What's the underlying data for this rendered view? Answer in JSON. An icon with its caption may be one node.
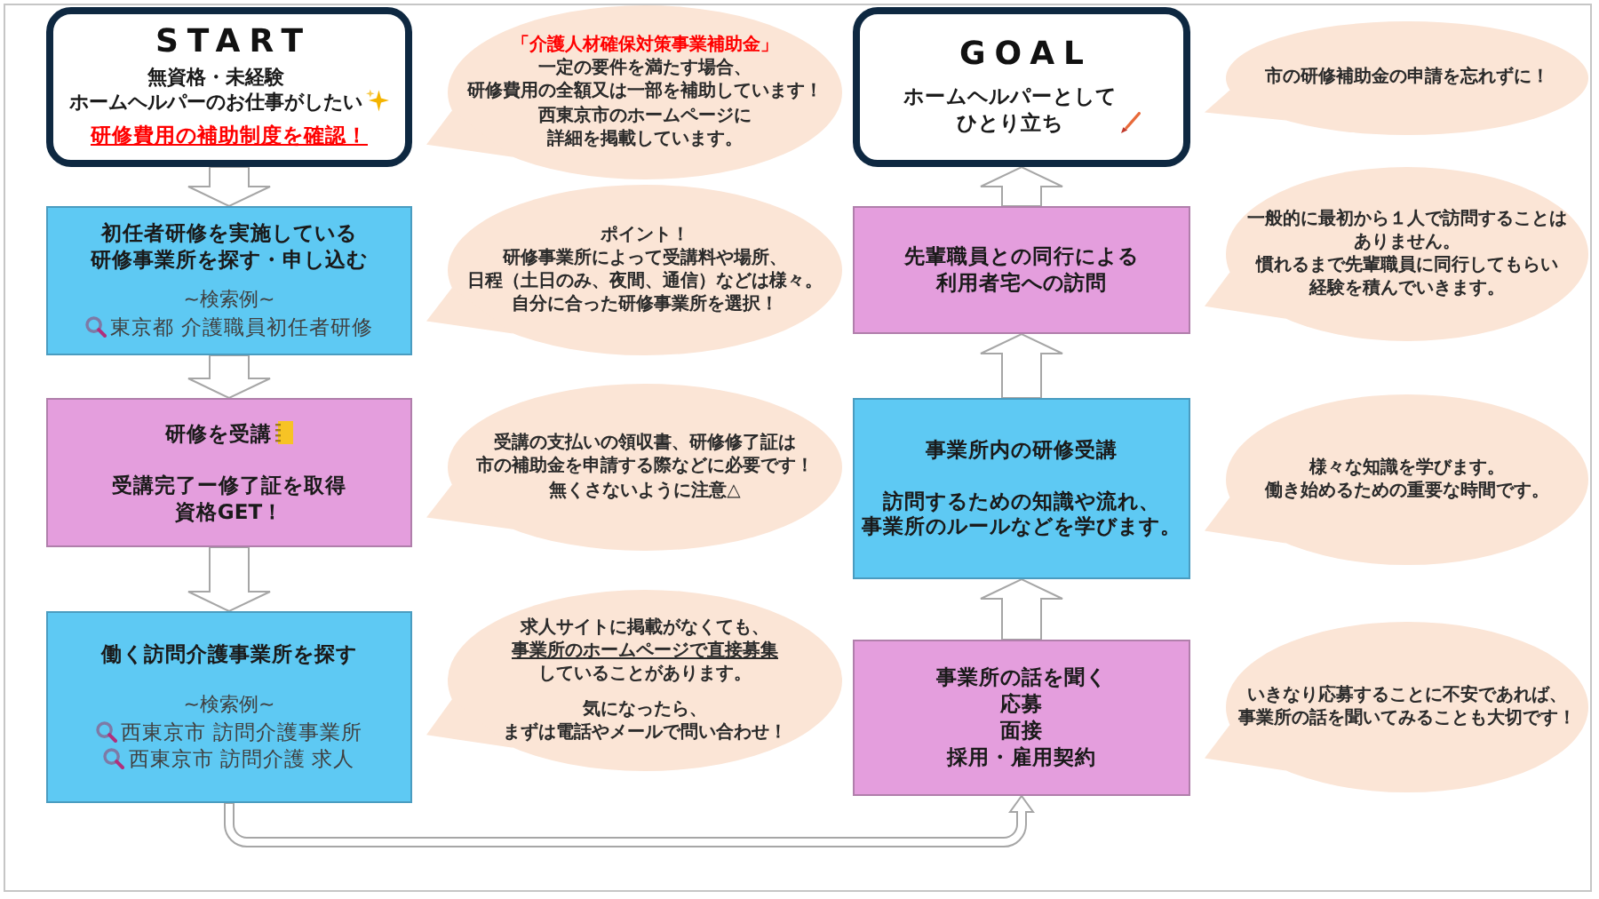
{
  "diagram": {
    "nodes": [
      {
        "text": [
          "START",
          "無資格・未経験ホームヘルパーのお仕事がしたい",
          "研修費用の補助制度を確認！"
        ]
      },
      {
        "text": [
          "「介護人材確保対策事業補助金」",
          "一定の要件を満たす場合、研修費用の全額又は一部を補助しています！",
          "西東京市のホームページに詳細を掲載しています。"
        ]
      },
      {
        "text": [
          "初任者研修を実施している研修事業所を探す・申し込む",
          "~検索例~",
          "東京都 介護職員初任者研修"
        ]
      },
      {
        "text": [
          "ポイント！",
          "研修事業所によって受講料や場所、日程（土日のみ、夜間、通信）などは様々。",
          "自分に合った研修事業所を選択！"
        ]
      },
      {
        "text": [
          "研修を受講",
          "受講完了ー修了証を取得",
          "資格GET！"
        ]
      },
      {
        "text": [
          "受講の支払いの領収書、研修修了証は市の補助金を申請する際などに必要です！",
          "無くさないように注意△"
        ]
      },
      {
        "text": [
          "働く訪問介護事業所を探す",
          "~検索例~",
          "西東京市 訪問介護事業所",
          "西東京市 訪問介護 求人"
        ]
      },
      {
        "text": [
          "求人サイトに掲載がなくても、事業所のホームページで直接募集していることがあります。",
          "気になったら、まずは電話やメールで問い合わせ！"
        ]
      },
      {
        "text": [
          "GOAL",
          "ホームヘルパーとしてひとり立ち"
        ]
      },
      {
        "text": [
          "市の研修補助金の申請を忘れずに！"
        ]
      },
      {
        "text": [
          "先輩職員との同行による利用者宅への訪問"
        ]
      },
      {
        "text": [
          "一般的に最初から１人で訪問することはありません。",
          "慣れるまで先輩職員に同行してもらい経験を積んでいきます。"
        ]
      },
      {
        "text": [
          "事業所内の研修受講",
          "訪問するための知識や流れ、事業所のルールなどを学びます。"
        ]
      },
      {
        "text": [
          "様々な知識を学びます。",
          "働き始めるための重要な時間です。"
        ]
      },
      {
        "text": [
          "事業所の話を聞く",
          "応募",
          "面接",
          "採用・雇用契約"
        ]
      },
      {
        "text": [
          "いきなり応募することに不安であれば、事業所の話を聞いてみることも大切です！"
        ]
      }
    ],
    "edges": [
      {
        "from": 0,
        "to": 2,
        "arrow": "to",
        "style": "thick"
      },
      {
        "from": 2,
        "to": 4,
        "arrow": "to",
        "style": "thick"
      },
      {
        "from": 4,
        "to": 6,
        "arrow": "to",
        "style": "thick"
      },
      {
        "from": 6,
        "to": 14,
        "arrow": "to"
      },
      {
        "from": 14,
        "to": 12,
        "arrow": "to",
        "style": "thick"
      },
      {
        "from": 12,
        "to": 10,
        "arrow": "to",
        "style": "thick"
      },
      {
        "from": 10,
        "to": 8,
        "arrow": "to",
        "style": "thick"
      }
    ]
  }
}
